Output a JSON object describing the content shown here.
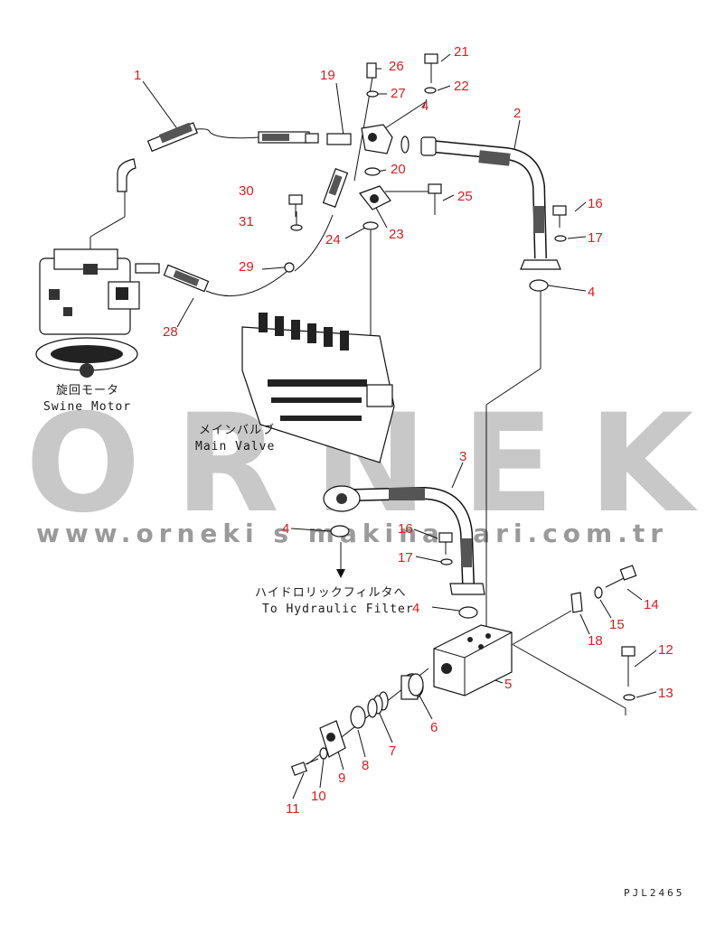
{
  "watermark": {
    "brand": "ORNEK",
    "url": "www.orneki s makina lari.com.tr"
  },
  "captions": {
    "swing_motor_jp": "旋回モータ",
    "swing_motor_en": "Swine Motor",
    "main_valve_jp": "メインバルブ",
    "main_valve_en": "Main Valve",
    "hydraulic_filter_jp": "ハイドロリックフィルタへ",
    "hydraulic_filter_en": "To Hydraulic Filter"
  },
  "drawing_code": "PJL2465",
  "part_labels": {
    "p1": "1",
    "p2": "2",
    "p3": "3",
    "p4a": "4",
    "p4b": "4",
    "p4c": "4",
    "p4d": "4",
    "p5": "5",
    "p6": "6",
    "p7": "7",
    "p8": "8",
    "p9": "9",
    "p10": "10",
    "p11": "11",
    "p12": "12",
    "p13": "13",
    "p14": "14",
    "p15": "15",
    "p16a": "16",
    "p16b": "16",
    "p17a": "17",
    "p17b": "17",
    "p18": "18",
    "p19": "19",
    "p20": "20",
    "p21": "21",
    "p22": "22",
    "p23": "23",
    "p24": "24",
    "p25": "25",
    "p26": "26",
    "p27": "27",
    "p28": "28",
    "p29": "29",
    "p30": "30",
    "p31": "31"
  }
}
